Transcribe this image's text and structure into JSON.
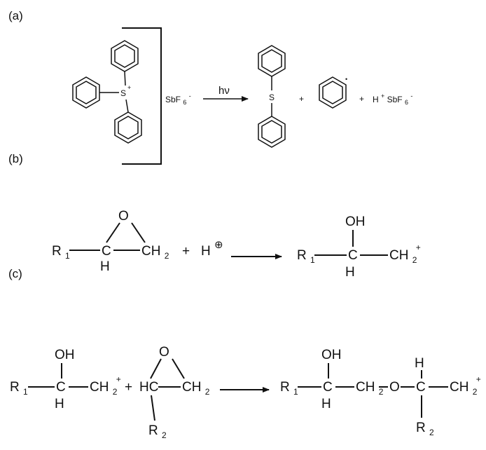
{
  "panels": {
    "a": {
      "label": "(a)",
      "s_atom": "S",
      "s_charge": "+",
      "counter_ion": "SbF",
      "counter_sub": "6",
      "counter_charge": "-",
      "arrow_label": "hν",
      "product_s": "S",
      "plus": "+",
      "radical_dot": "•",
      "acid_h": "H",
      "acid_charge": "+",
      "acid_sb": "SbF",
      "acid_sub": "6",
      "acid_minus": "-"
    },
    "b": {
      "label": "(b)",
      "r1": "R",
      "r1_sub": "1",
      "o": "O",
      "c": "C",
      "h": "H",
      "ch2": "CH",
      "ch2_sub": "2",
      "plus": "+",
      "proton": "H",
      "proton_charge": "⊕",
      "oh": "OH",
      "cation_charge": "+"
    },
    "c": {
      "label": "(c)",
      "r1": "R",
      "r1_sub": "1",
      "oh": "OH",
      "c": "C",
      "h": "H",
      "ch2": "CH",
      "ch2_sub": "2",
      "charge": "+",
      "plus": "+",
      "hc": "HC",
      "o": "O",
      "r2": "R",
      "r2_sub": "2",
      "dash": "—"
    }
  }
}
